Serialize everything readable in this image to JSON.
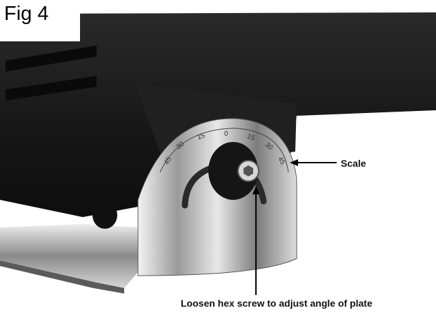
{
  "figure": {
    "label": "Fig 4"
  },
  "callouts": {
    "scale": "Scale",
    "hex_screw": "Loosen hex screw to adjust angle of plate"
  },
  "scale_ticks": [
    "45",
    "30",
    "15",
    "0",
    "15",
    "30",
    "45"
  ],
  "colors": {
    "tool_body": "#1c1c1c",
    "chrome": "#c8c8c8",
    "background": "#ffffff"
  }
}
